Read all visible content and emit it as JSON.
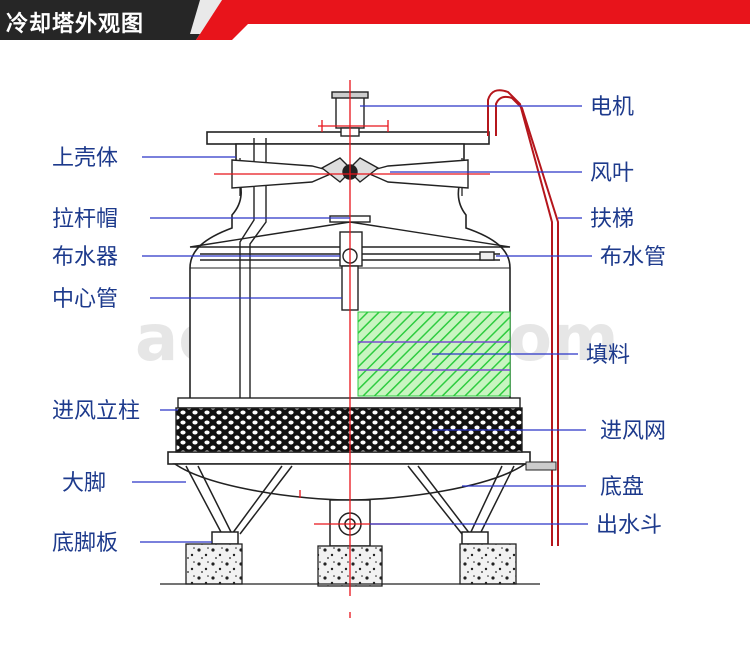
{
  "header": {
    "title": "冷却塔外观图",
    "bar_color": "#e8141b"
  },
  "labels": {
    "motor": "电机",
    "upper_shell": "上壳体",
    "fan_blade": "风叶",
    "tie_rod_cap": "拉杆帽",
    "ladder": "扶梯",
    "sprinkler": "布水器",
    "water_pipe": "布水管",
    "center_pipe": "中心管",
    "fill": "填料",
    "inlet_column": "进风立柱",
    "inlet_mesh": "进风网",
    "leg": "大脚",
    "basin": "底盘",
    "foot_plate": "底脚板",
    "outlet": "出水斗"
  },
  "watermark": "aosua.",
  "watermark_suffix": "com",
  "colors": {
    "label_text": "#1d3a8c",
    "leader_line": "#2b35c8",
    "axis_red": "#e8141b",
    "fill_green": "#2ecc40",
    "ladder_red": "#b5161c"
  }
}
